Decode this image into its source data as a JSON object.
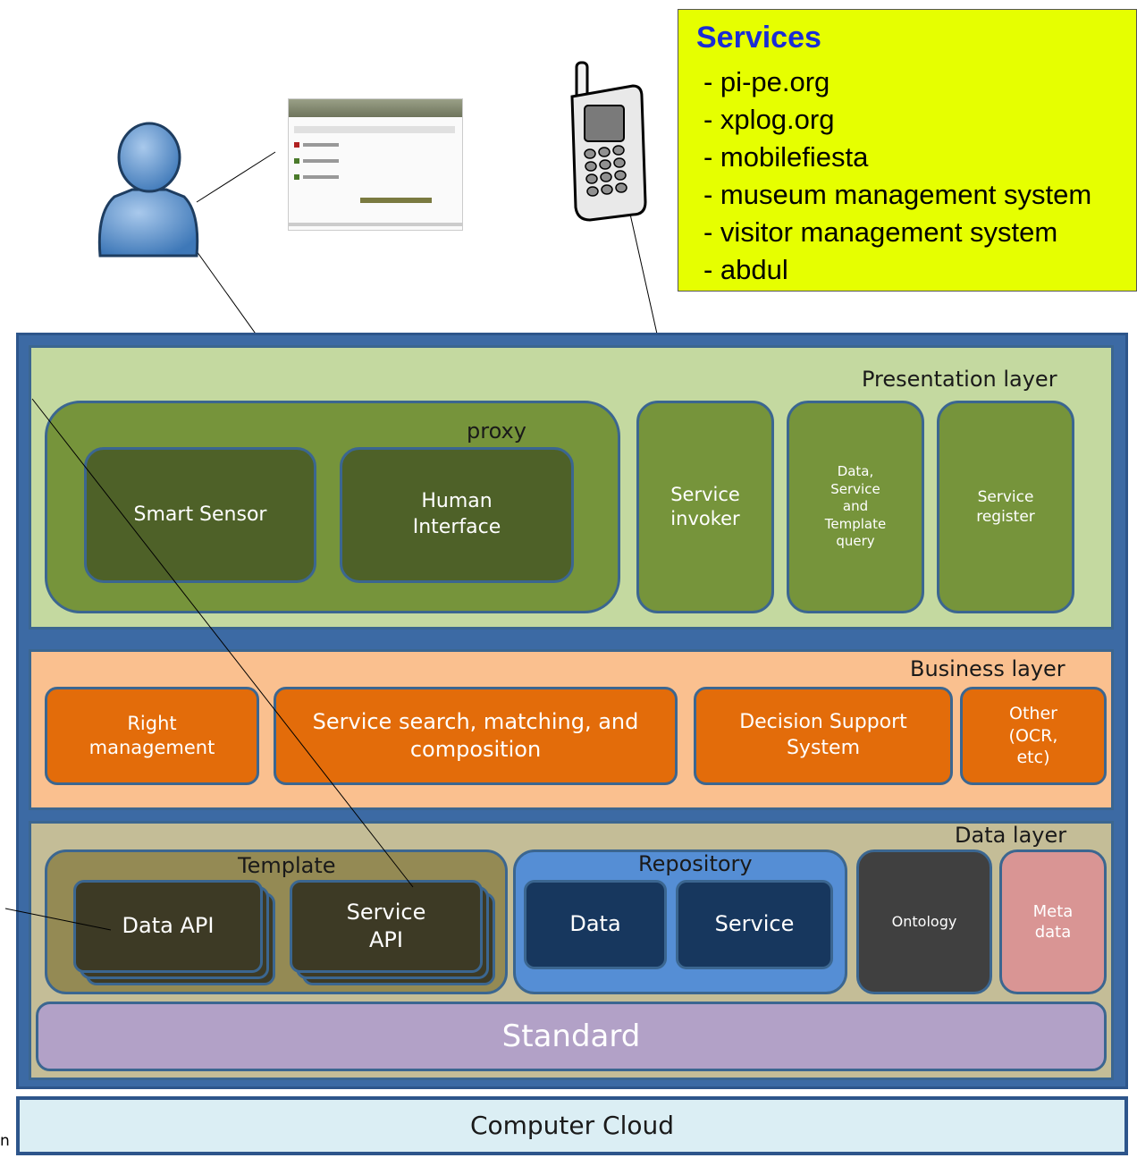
{
  "services": {
    "title": "Services",
    "items": [
      "- pi-pe.org",
      "- xplog.org",
      "- mobilefiesta",
      "- museum management system",
      "- visitor management system",
      "- abdul"
    ]
  },
  "presentation": {
    "title": "Presentation layer",
    "proxy": "proxy",
    "smart_sensor": "Smart Sensor",
    "human_interface": "Human\nInterface",
    "service_invoker": "Service\ninvoker",
    "data_query": "Data,\nService\nand\nTemplate\nquery",
    "service_register": "Service\nregister"
  },
  "business": {
    "title": "Business layer",
    "right_management": "Right\nmanagement",
    "service_search": "Service search, matching, and\ncomposition",
    "decision_support": "Decision Support\nSystem",
    "other": "Other\n(OCR,\netc)"
  },
  "data_layer": {
    "title": "Data layer",
    "template": "Template",
    "data_api": "Data API",
    "service_api": "Service\nAPI",
    "repository": "Repository",
    "data": "Data",
    "service": "Service",
    "ontology": "Ontology",
    "meta_data": "Meta\ndata",
    "standard": "Standard"
  },
  "cloud": "Computer Cloud",
  "corner_text": "n",
  "icons": [
    "user-icon",
    "browser-screenshot-icon",
    "mobile-phone-icon"
  ]
}
